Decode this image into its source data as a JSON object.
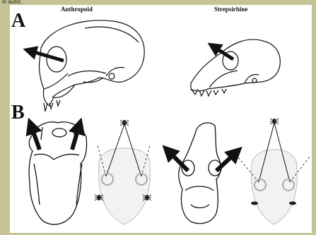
{
  "caption_fragment": "el autor.",
  "panel_a": {
    "letter": "A",
    "left_label": "Anthropoid",
    "right_label": "Strepsirhine"
  },
  "panel_b": {
    "letter": "B"
  },
  "colors": {
    "frame": "#c5c495",
    "panel": "#ffffff",
    "ink": "#111111",
    "dashed": "#444444",
    "eye_ring": "#aaaaaa"
  }
}
